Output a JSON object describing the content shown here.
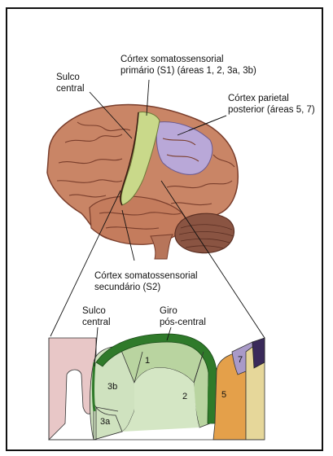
{
  "labels": {
    "sulco_top_l1": "Sulco",
    "sulco_top_l2": "central",
    "s1_l1": "Córtex somatossensorial",
    "s1_l2": "primário (S1) (áreas 1, 2, 3a, 3b)",
    "parietal_l1": "Córtex parietal",
    "parietal_l2": "posterior (áreas 5, 7)",
    "s2_l1": "Córtex somatossensorial",
    "s2_l2": "secundário (S2)",
    "sulco_bot_l1": "Sulco",
    "sulco_bot_l2": "central",
    "giro_l1": "Giro",
    "giro_l2": "pós-central"
  },
  "areas": {
    "a1": "1",
    "a2": "2",
    "a3a": "3a",
    "a3b": "3b",
    "a5": "5",
    "a7": "7"
  },
  "colors": {
    "brain": "#c98566",
    "brain_dark": "#8a4a35",
    "cerebellum": "#8a5442",
    "s1_green": "#c9d98a",
    "parietal_purple": "#b9a8d8",
    "area1_green": "#b9d4a0",
    "area3_green": "#cfe2bf",
    "gyrus_dark_green": "#2f7a2a",
    "area5_orange": "#e4a04a",
    "area7_purple": "#a99ac8",
    "pink": "#e8c7c7",
    "tan": "#e6d79a"
  }
}
